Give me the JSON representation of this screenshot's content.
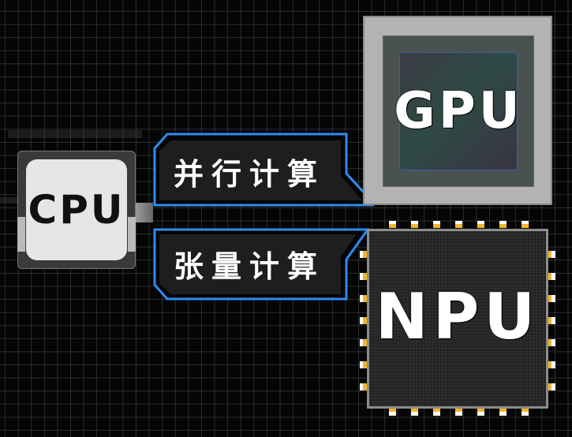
{
  "diagram": {
    "nodes": {
      "cpu": {
        "label": "CPU"
      },
      "gpu": {
        "label": "GPU"
      },
      "npu": {
        "label": "NPU"
      }
    },
    "edges": [
      {
        "from": "cpu",
        "to": "gpu",
        "label": "并行计算"
      },
      {
        "from": "cpu",
        "to": "npu",
        "label": "张量计算"
      }
    ]
  },
  "colors": {
    "background": "#050505",
    "grid": "#444444",
    "connector_outline": "#2d8cf0",
    "tag_fill": "#1e1e1e",
    "cpu_face": "#e6e6e6",
    "gpu_frame": "#b3b3b3",
    "npu_body": "#242424",
    "pin_gold": "#f1b52a"
  }
}
